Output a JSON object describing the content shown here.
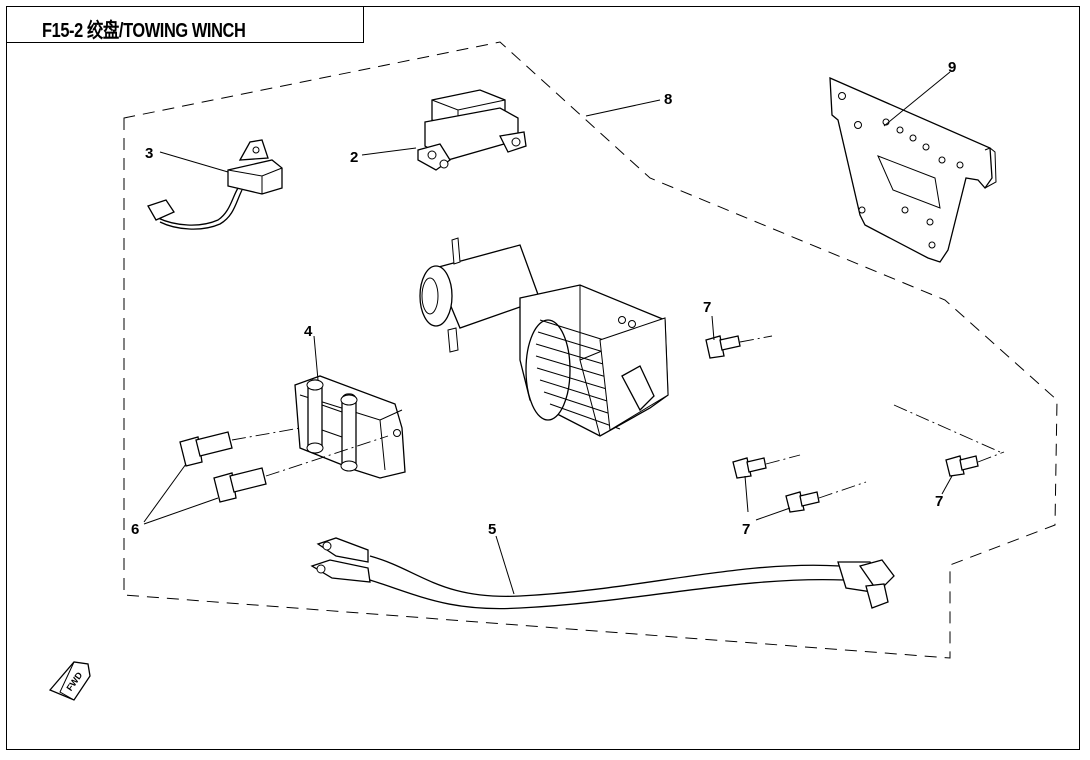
{
  "title": "F15-2 绞盘/TOWING WINCH",
  "callouts": {
    "c2": "2",
    "c3": "3",
    "c4": "4",
    "c5": "5",
    "c6": "6",
    "c7a": "7",
    "c7b": "7",
    "c7c": "7",
    "c8": "8",
    "c9": "9"
  },
  "fwd_label": "FWD"
}
